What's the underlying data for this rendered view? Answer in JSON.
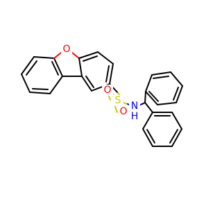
{
  "molecule": {
    "atoms": {
      "oxygen_ring": "O",
      "sulfur": "S",
      "oxygen_up": "O",
      "oxygen_down": "O",
      "nitrogen": "N",
      "n_hydrogen": "H"
    },
    "colors": {
      "bond": "#000000",
      "oxygen": "#ff0000",
      "sulfur": "#cccc00",
      "nitrogen": "#0000ff"
    }
  }
}
